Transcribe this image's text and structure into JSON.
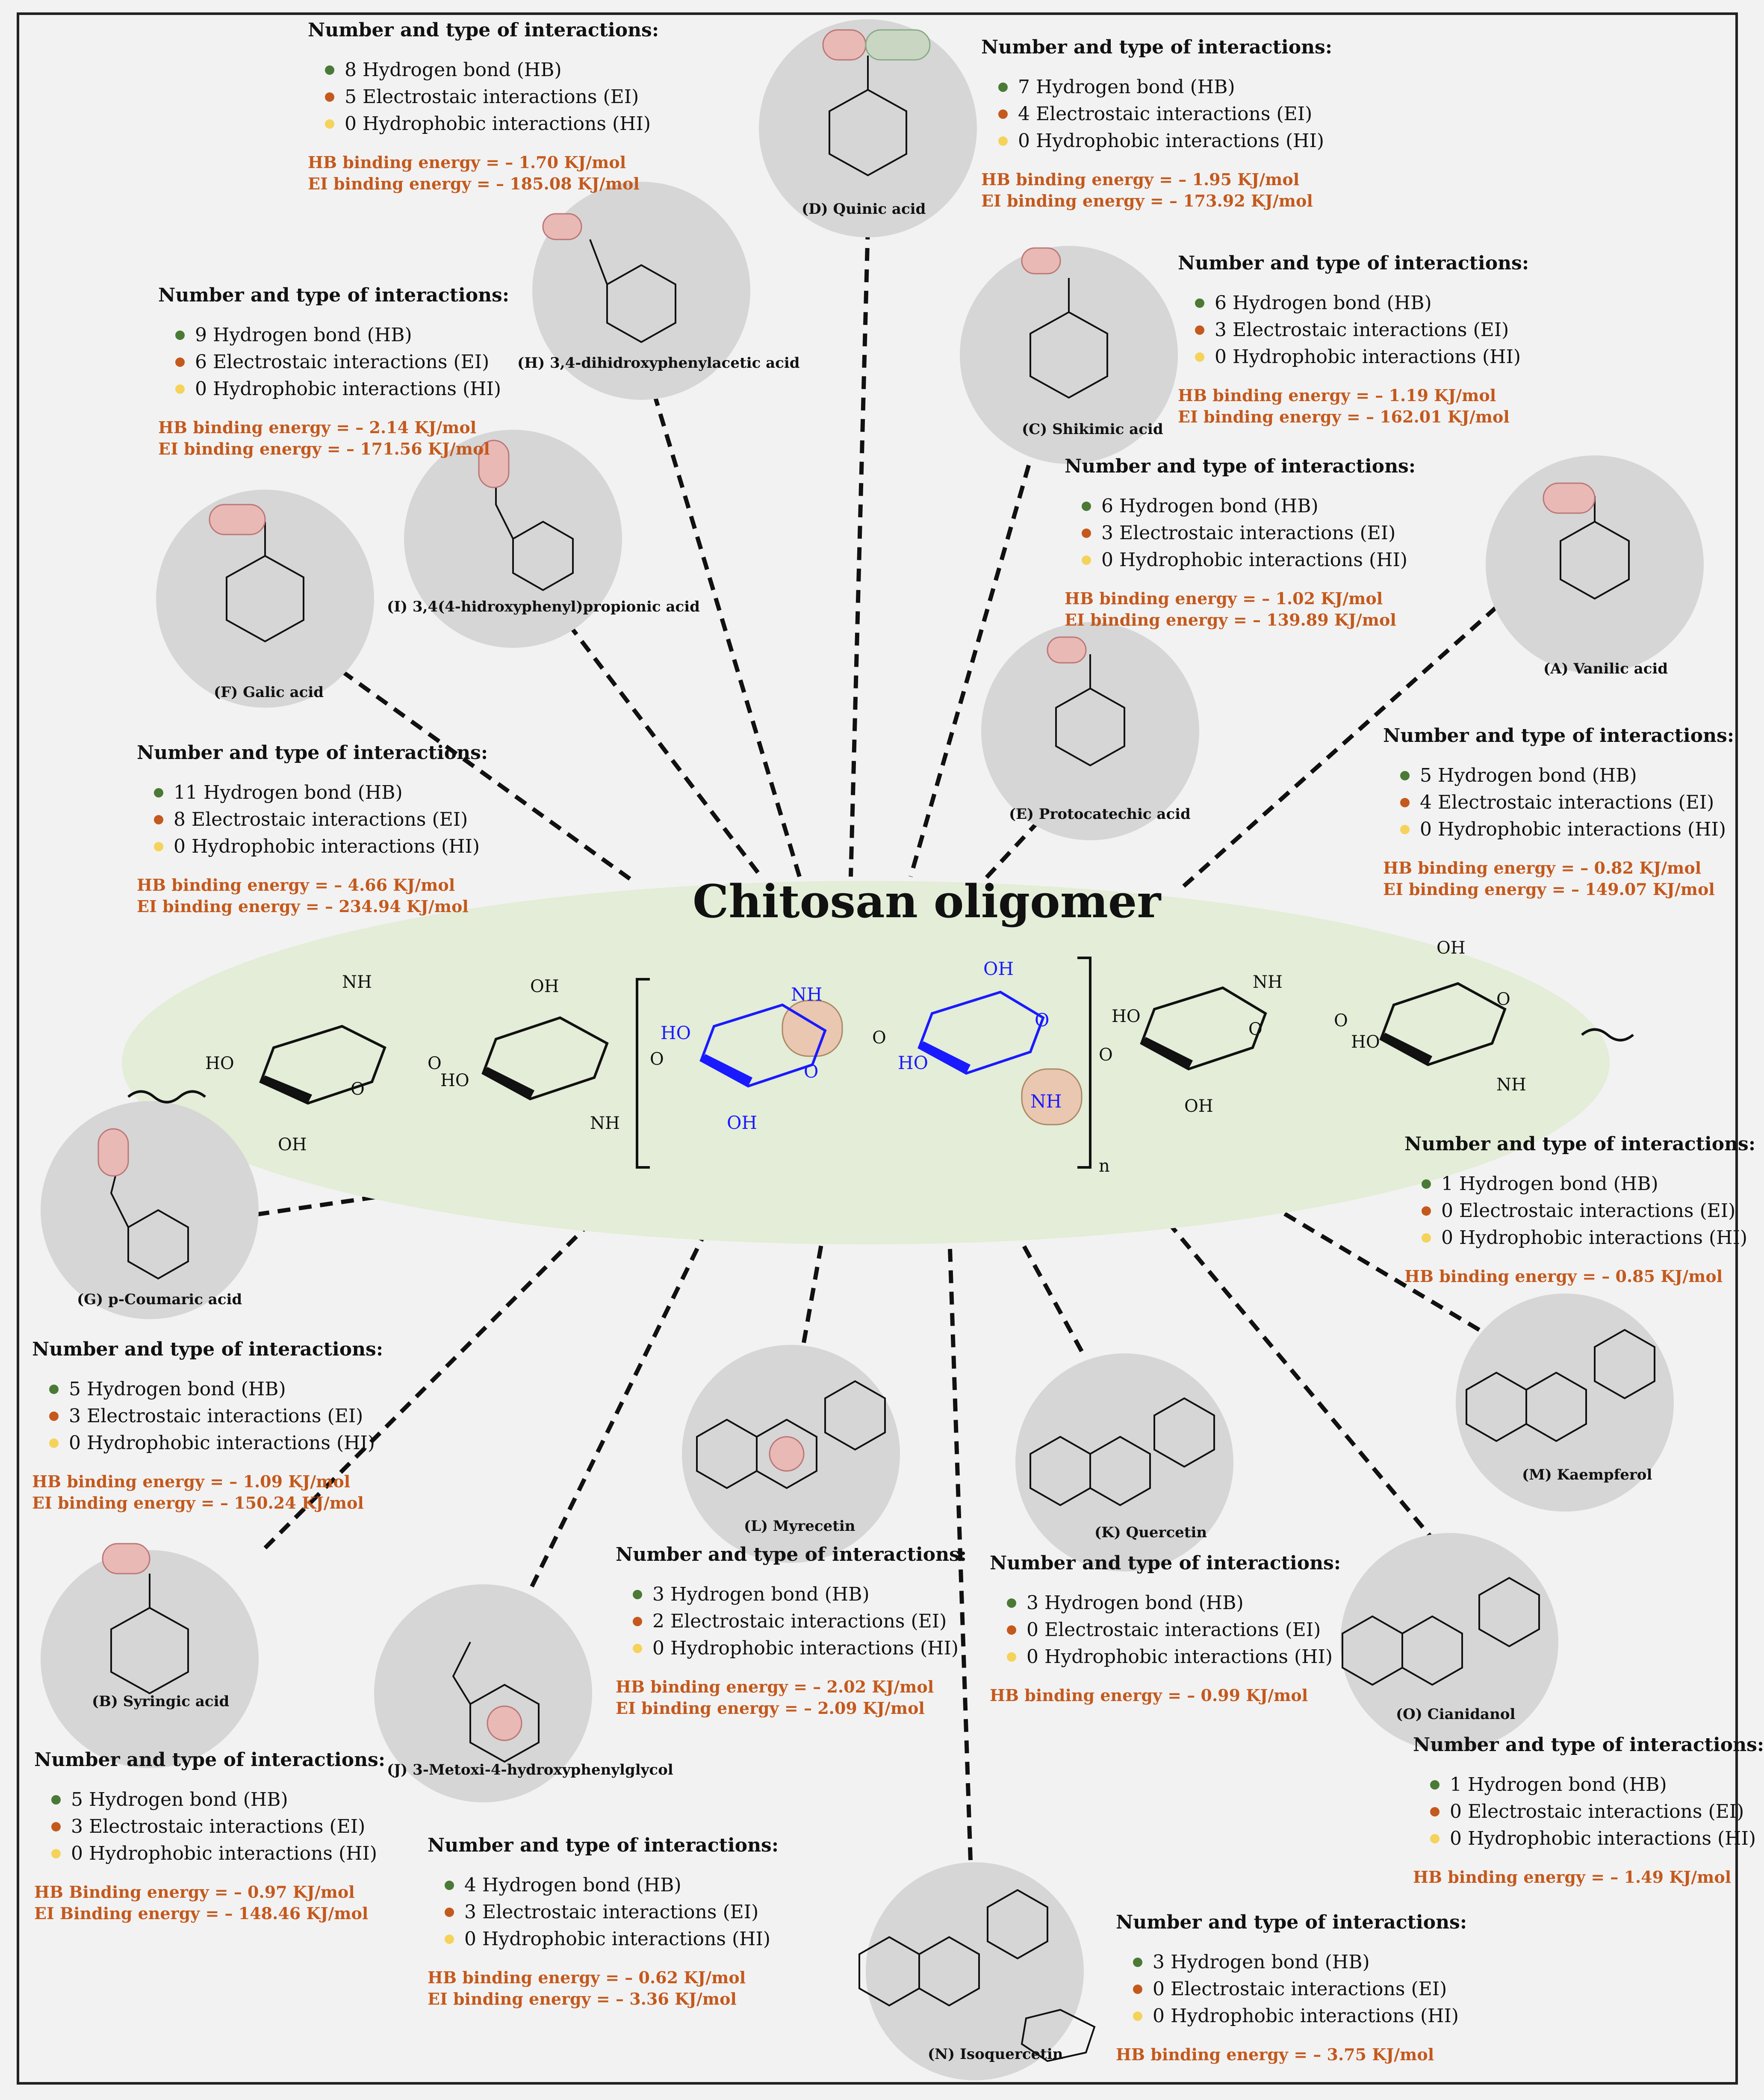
{
  "title": "Chitosan oligomer",
  "repeat_index": "n",
  "panel_title": "Number and type of interactions:",
  "colors": {
    "hb": "#4a7a35",
    "ei": "#c4591d",
    "hi": "#f5d25a",
    "ellipse": "#e3edd7",
    "circle": "#d6d6d6"
  },
  "chitosan_labels": {
    "ho1": "HO",
    "nh3_1": "NH",
    "o1": "O",
    "o_link1": "O",
    "oh1": "OH",
    "oh2": "OH",
    "ho2": "HO",
    "o2": "O",
    "nh3_2": "NH",
    "ho3": "HO",
    "nh3_3": "NH",
    "o3": "O",
    "oh3": "OH",
    "o_link2": "O",
    "oh4": "OH",
    "o4": "O",
    "ho4": "HO",
    "nh3_4": "NH",
    "o_link3": "O",
    "ho5": "HO",
    "nh3_5": "NH",
    "o5": "O",
    "oh5": "OH",
    "o_link4": "O",
    "oh6": "OH",
    "ho6": "HO",
    "o6": "O",
    "nh3_6": "NH"
  },
  "molecules": [
    {
      "id": "D",
      "label": "(D) Quinic acid",
      "hb": "7 Hydrogen bond (HB)",
      "ei": "4 Electrostaic interactions (EI)",
      "hi": "0 Hydrophobic interactions (HI)",
      "hb_energy": "HB binding energy = – 1.95 KJ/mol",
      "ei_energy": "EI binding energy = – 173.92 KJ/mol"
    },
    {
      "id": "top1",
      "label": "",
      "hb": "8 Hydrogen bond (HB)",
      "ei": "5 Electrostaic interactions (EI)",
      "hi": "0 Hydrophobic interactions (HI)",
      "hb_energy": "HB binding energy = – 1.70 KJ/mol",
      "ei_energy": "EI binding energy = – 185.08 KJ/mol"
    },
    {
      "id": "H",
      "label": "(H) 3,4-dihidroxyphenylacetic acid",
      "hb": "9 Hydrogen bond (HB)",
      "ei": "6 Electrostaic interactions (EI)",
      "hi": "0 Hydrophobic interactions (HI)",
      "hb_energy": "HB binding energy = – 2.14 KJ/mol",
      "ei_energy": "EI binding energy = – 171.56 KJ/mol"
    },
    {
      "id": "C",
      "label": "(C) Shikimic acid",
      "hb": "6 Hydrogen bond (HB)",
      "ei": "3 Electrostaic interactions (EI)",
      "hi": "0 Hydrophobic interactions (HI)",
      "hb_energy": "HB binding energy = – 1.19 KJ/mol",
      "ei_energy": "EI binding energy = – 162.01 KJ/mol"
    },
    {
      "id": "E",
      "label": "(E) Protocatechic acid",
      "hb": "6 Hydrogen bond (HB)",
      "ei": "3 Electrostaic interactions (EI)",
      "hi": "0 Hydrophobic interactions (HI)",
      "hb_energy": "HB binding energy = – 1.02 KJ/mol",
      "ei_energy": "EI binding energy = – 139.89 KJ/mol"
    },
    {
      "id": "A",
      "label": "(A) Vanilic acid",
      "hb": "5 Hydrogen bond (HB)",
      "ei": "4 Electrostaic interactions (EI)",
      "hi": "0 Hydrophobic interactions (HI)",
      "hb_energy": "HB binding energy = – 0.82 KJ/mol",
      "ei_energy": "EI binding energy = – 149.07 KJ/mol"
    },
    {
      "id": "F",
      "label": "(F) Galic acid",
      "hb": "11 Hydrogen bond (HB)",
      "ei": "8 Electrostaic interactions (EI)",
      "hi": "0 Hydrophobic interactions (HI)",
      "hb_energy": "HB binding energy = – 4.66 KJ/mol",
      "ei_energy": "EI binding energy = – 234.94 KJ/mol"
    },
    {
      "id": "I",
      "label": "(I) 3,4(4-hidroxyphenyl)propionic acid"
    },
    {
      "id": "G",
      "label": "(G) p-Coumaric acid",
      "hb": "5 Hydrogen bond (HB)",
      "ei": "3 Electrostaic interactions (EI)",
      "hi": "0 Hydrophobic interactions (HI)",
      "hb_energy": "HB binding energy = – 1.09 KJ/mol",
      "ei_energy": "EI binding energy = – 150.24 KJ/mol"
    },
    {
      "id": "M",
      "label": "(M) Kaempferol",
      "hb": "1 Hydrogen bond (HB)",
      "ei": "0 Electrostaic interactions (EI)",
      "hi": "0 Hydrophobic interactions (HI)",
      "hb_energy": "HB binding energy = – 0.85 KJ/mol"
    },
    {
      "id": "B",
      "label": "(B) Syringic acid",
      "hb": "5 Hydrogen bond (HB)",
      "ei": "3 Electrostaic interactions (EI)",
      "hi": "0 Hydrophobic interactions (HI)",
      "hb_energy": "HB Binding energy = – 0.97 KJ/mol",
      "ei_energy": "EI Binding energy = – 148.46 KJ/mol"
    },
    {
      "id": "L",
      "label": "(L) Myrecetin",
      "hb": "3 Hydrogen bond (HB)",
      "ei": "2 Electrostaic interactions (EI)",
      "hi": "0 Hydrophobic interactions (HI)",
      "hb_energy": "HB binding energy = – 2.02 KJ/mol",
      "ei_energy": "EI binding energy = – 2.09 KJ/mol"
    },
    {
      "id": "K",
      "label": "(K) Quercetin",
      "hb": "3 Hydrogen bond (HB)",
      "ei": "0 Electrostaic interactions (EI)",
      "hi": "0 Hydrophobic interactions (HI)",
      "hb_energy": "HB binding energy = – 0.99 KJ/mol"
    },
    {
      "id": "J",
      "label": "(J) 3-Metoxi-4-hydroxyphenylglycol",
      "hb": "4 Hydrogen bond (HB)",
      "ei": "3 Electrostaic interactions (EI)",
      "hi": "0 Hydrophobic interactions (HI)",
      "hb_energy": "HB binding energy = – 0.62 KJ/mol",
      "ei_energy": "EI binding energy = – 3.36 KJ/mol"
    },
    {
      "id": "O",
      "label": "(O) Cianidanol",
      "hb": "1 Hydrogen bond (HB)",
      "ei": "0 Electrostaic interactions (EI)",
      "hi": "0 Hydrophobic interactions (HI)",
      "hb_energy": "HB binding energy = – 1.49 KJ/mol"
    },
    {
      "id": "N",
      "label": "(N) Isoquercetin",
      "hb": "3 Hydrogen bond (HB)",
      "ei": "0 Electrostaic interactions (EI)",
      "hi": "0 Hydrophobic interactions (HI)",
      "hb_energy": "HB binding energy = – 3.75 KJ/mol"
    }
  ]
}
